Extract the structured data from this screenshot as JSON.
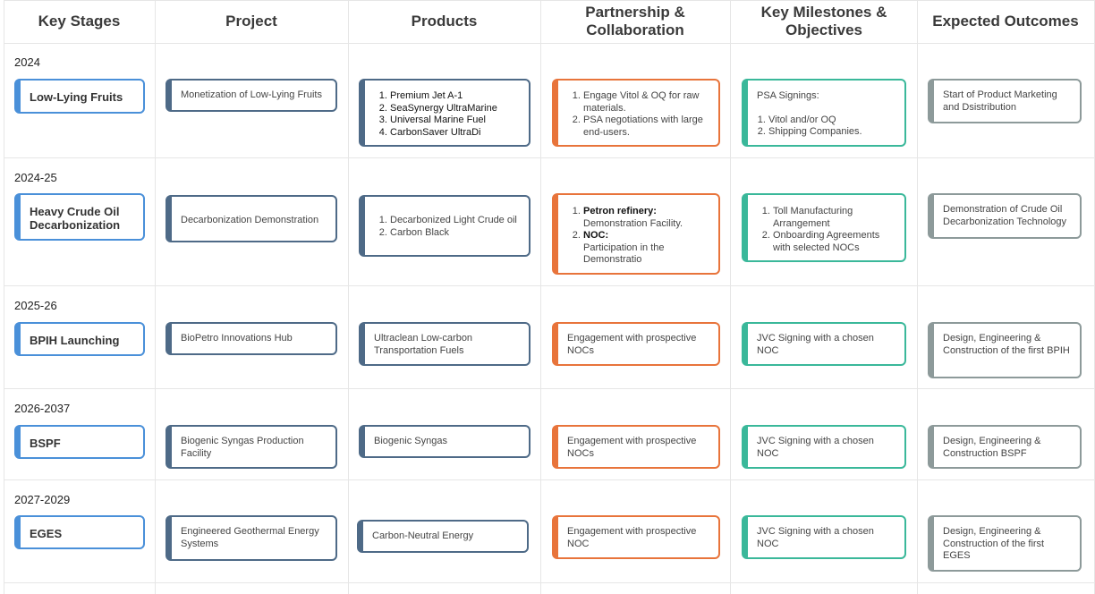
{
  "headers": [
    "Key Stages",
    "Project",
    "Products",
    "Partnership & Collaboration",
    "Key Milestones & Objectives",
    "Expected Outcomes"
  ],
  "rows": [
    {
      "year": "2024",
      "stage": "Low-Lying Fruits",
      "project": "Monetization of Low-Lying Fruits",
      "products": [
        "Premium Jet A-1",
        "SeaSynergy UltraMarine",
        "Universal Marine Fuel",
        "CarbonSaver UltraDi"
      ],
      "partnership": [
        "Engage Vitol & OQ for raw materials.",
        "PSA negotiations with large end-users."
      ],
      "milestone_title": "PSA Signings:",
      "milestones": [
        "Vitol and/or OQ",
        "Shipping Companies."
      ],
      "outcome": "Start of Product Marketing and Dsistribution"
    },
    {
      "year": "2024-25",
      "stage": "Heavy Crude Oil Decarbonization",
      "project": "Decarbonization Demonstration",
      "products": [
        "Decarbonized Light Crude oil",
        "Carbon Black"
      ],
      "partnership_items": [
        {
          "label": "Petron refinery:",
          "text": "Demonstration Facility."
        },
        {
          "label": "NOC:",
          "text": "Participation in the Demonstratio"
        }
      ],
      "milestones": [
        "Toll Manufacturing Arrangement",
        "Onboarding Agreements with selected NOCs"
      ],
      "outcome": "Demonstration of Crude Oil Decarbonization Technology"
    },
    {
      "year": "2025-26",
      "stage": "BPIH Launching",
      "project": "BioPetro Innovations Hub",
      "product": "Ultraclean Low-carbon Transportation Fuels",
      "partnership": "Engagement with prospective NOCs",
      "milestone": "JVC Signing with a chosen NOC",
      "outcome": "Design, Engineering & Construction of the first BPIH"
    },
    {
      "year": "2026-2037",
      "stage": "BSPF",
      "project": "Biogenic Syngas Production Facility",
      "product": "Biogenic Syngas",
      "partnership": "Engagement with prospective NOCs",
      "milestone": "JVC Signing with a chosen NOC",
      "outcome": "Design, Engineering & Construction BSPF"
    },
    {
      "year": "2027-2029",
      "stage": "EGES",
      "project": "Engineered Geothermal Energy Systems",
      "product": "Carbon-Neutral Energy",
      "partnership": "Engagement with prospective NOC",
      "milestone": "JVC Signing with a chosen NOC",
      "outcome": "Design, Engineering & Construction of the first EGES"
    }
  ],
  "colors": {
    "stage": "#4a90d9",
    "project": "#4e6a87",
    "partnership": "#e8743b",
    "milestone": "#3ab89a",
    "outcome": "#8d9a9a"
  }
}
